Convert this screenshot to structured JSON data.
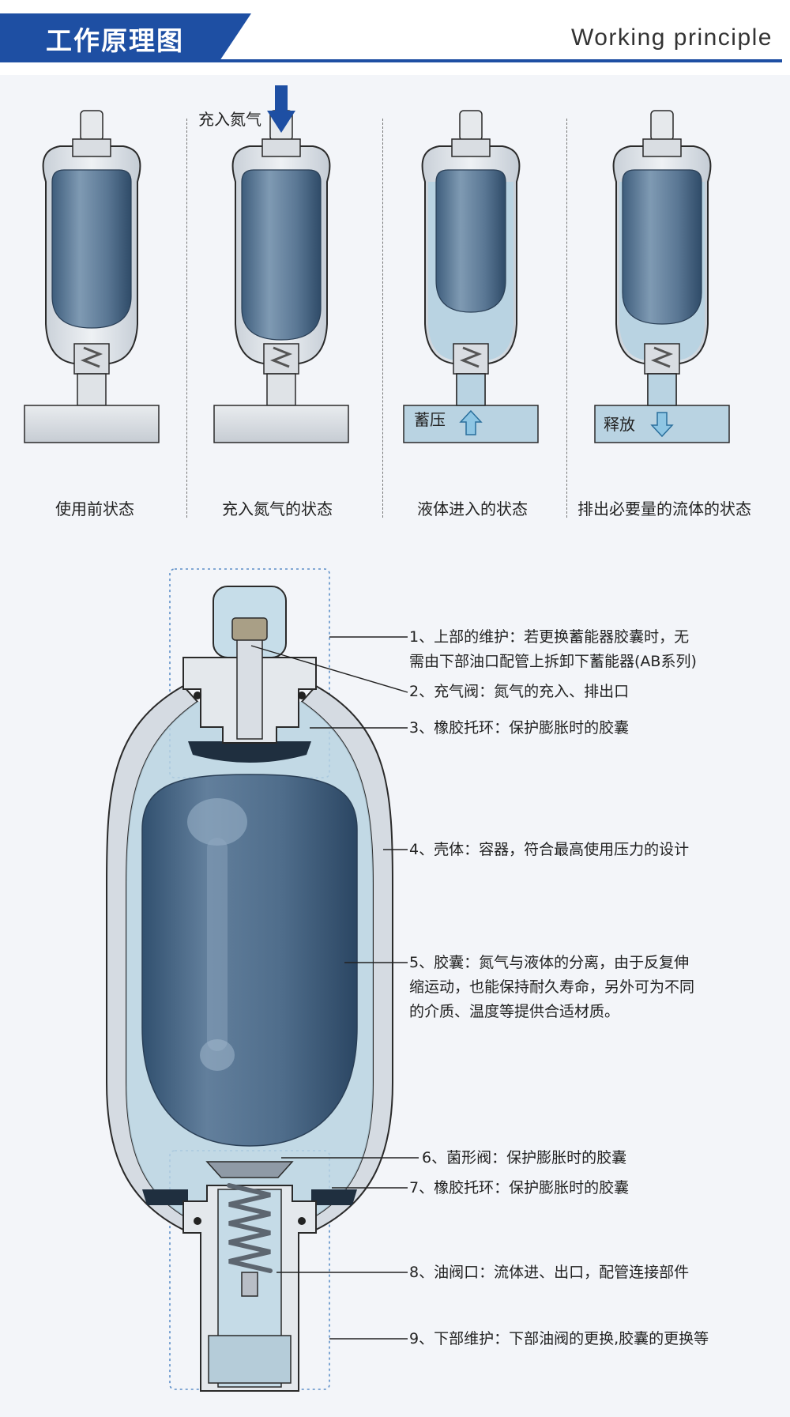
{
  "header": {
    "title_cn": "工作原理图",
    "title_en": "Working principle"
  },
  "stages": [
    {
      "caption": "使用前状态"
    },
    {
      "caption": "充入氮气的状态",
      "arrow_label": "充入氮气"
    },
    {
      "caption": "液体进入的状态",
      "arrow_label": "蓄压"
    },
    {
      "caption": "排出必要量的流体的状态",
      "arrow_label": "释放"
    }
  ],
  "callouts": [
    {
      "lines": [
        "1、上部的维护：若更换蓄能器胶囊时，无",
        "需由下部油口配管上拆卸下蓄能器(AB系列)"
      ]
    },
    {
      "lines": [
        "2、充气阀：氮气的充入、排出口"
      ]
    },
    {
      "lines": [
        "3、橡胶托环：保护膨胀时的胶囊"
      ]
    },
    {
      "lines": [
        "4、壳体：容器，符合最高使用压力的设计"
      ]
    },
    {
      "lines": [
        "5、胶囊：氮气与液体的分离，由于反复伸",
        "缩运动，也能保持耐久寿命，另外可为不同",
        "的介质、温度等提供合适材质。"
      ]
    },
    {
      "lines": [
        "6、菌形阀：保护膨胀时的胶囊"
      ]
    },
    {
      "lines": [
        "7、橡胶托环：保护膨胀时的胶囊"
      ]
    },
    {
      "lines": [
        "8、油阀口：流体进、出口，配管连接部件"
      ]
    },
    {
      "lines": [
        "9、下部维护：下部油阀的更换,胶囊的更换等"
      ]
    }
  ],
  "colors": {
    "brand_blue": "#1e4fa3",
    "bladder": "#5b7893",
    "fluid": "#bfd8e6",
    "shell": "#dfe4ea"
  }
}
